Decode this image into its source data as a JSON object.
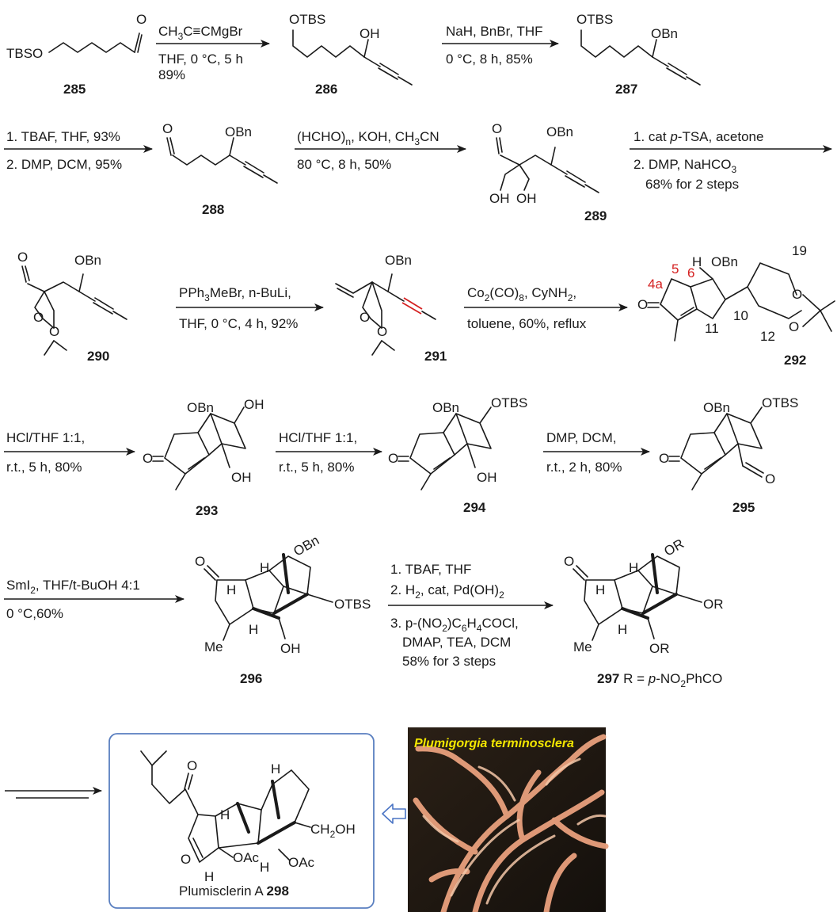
{
  "compounds": {
    "c285": "285",
    "c286": "286",
    "c287": "287",
    "c288": "288",
    "c289": "289",
    "c290": "290",
    "c291": "291",
    "c292": "292",
    "c293": "293",
    "c294": "294",
    "c295": "295",
    "c296": "296",
    "c297": "297",
    "c298": "298"
  },
  "atoms": {
    "tbso": "TBSO",
    "otbs": "OTBS",
    "oh": "OH",
    "obn": "OBn",
    "o": "O",
    "h": "H",
    "me": "Me",
    "or": "OR",
    "ch2oh": "CH",
    "ch2oh_sub": "2",
    "ch2oh_tail": "OH",
    "oac": "OAc",
    "bn_rot": "OBn",
    "r_rot": "OR"
  },
  "numbering": {
    "n4a": "4a",
    "n5": "5",
    "n6": "6",
    "n10": "10",
    "n11": "11",
    "n12": "12",
    "n19": "19"
  },
  "steps": {
    "s1a": "CH",
    "s1a_sub": "3",
    "s1a_mid": "C≡CMgBr",
    "s1b": "THF, 0 °C, 5 h",
    "s1c": "89%",
    "s2a": "NaH, BnBr, THF",
    "s2b": "0 °C, 8 h, 85%",
    "s3a": "1. TBAF, THF, 93%",
    "s3b": "2. DMP, DCM, 95%",
    "s4a": "(HCHO)",
    "s4a_sub": "n",
    "s4a_tail": ", KOH, CH",
    "s4a_sub2": "3",
    "s4a_end": "CN",
    "s4b": "80 °C, 8 h, 50%",
    "s5a_pre": "1. cat ",
    "s5a_it": "p",
    "s5a_tail": "-TSA, acetone",
    "s5b": "2. DMP, NaHCO",
    "s5b_sub": "3",
    "s5c": "68% for 2 steps",
    "s6a": "PPh",
    "s6a_sub": "3",
    "s6a_tail": "MeBr, n-BuLi,",
    "s6b": "THF, 0 °C, 4 h, 92%",
    "s7a": "Co",
    "s7a_sub": "2",
    "s7a_mid": "(CO)",
    "s7a_sub2": "8",
    "s7a_tail": ", CyNH",
    "s7a_sub3": "2",
    "s7a_end": ",",
    "s7b": "toluene, 60%, reflux",
    "s8a": "HCl/THF 1:1,",
    "s8b": "r.t., 5 h, 80%",
    "s9a": "HCl/THF 1:1,",
    "s9b": "r.t., 5 h, 80%",
    "s10a": "DMP, DCM,",
    "s10b": "r.t., 2 h, 80%",
    "s11a": "SmI",
    "s11a_sub": "2",
    "s11a_tail": ", THF/t-BuOH 4:1",
    "s11b": "0 °C,60%",
    "s12a": "1. TBAF, THF",
    "s12b": "2. H",
    "s12b_sub": "2",
    "s12b_mid": ", cat, Pd(OH)",
    "s12b_sub2": "2",
    "s12c": "3. p-(NO",
    "s12c_sub": "2",
    "s12c_mid": ")C",
    "s12c_sub2": "6",
    "s12c_mid2": "H",
    "s12c_sub3": "4",
    "s12c_end": "COCl,",
    "s12d": "DMAP, TEA, DCM",
    "s12e": "58% for 3 steps"
  },
  "legend297": {
    "eq": " R = ",
    "p": "p",
    "tail": "-NO",
    "sub": "2",
    "end": "PhCO"
  },
  "product": {
    "name": "Plumisclerin A "
  },
  "photo": {
    "caption": "Plumigorgia terminosclera"
  },
  "colors": {
    "accent_red": "#d42020",
    "frame_blue": "#5a7fc0",
    "caption_yellow": "#f2e600",
    "arrow_open": "#4a74c4"
  }
}
